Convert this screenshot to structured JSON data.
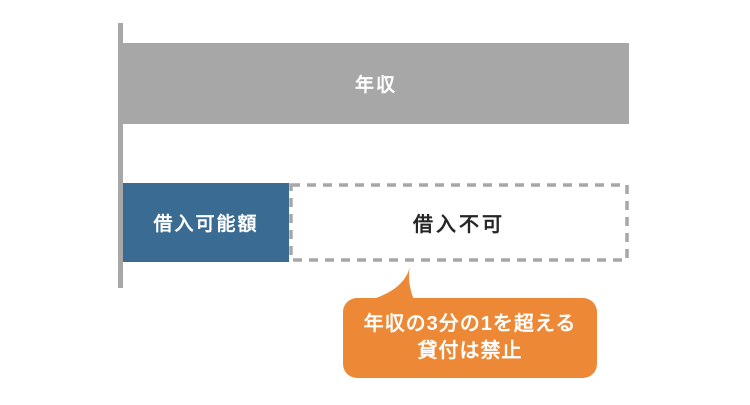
{
  "figure": {
    "type": "bar-diagram",
    "income_bar": {
      "label": "年収",
      "proportion": 1.0
    },
    "borrowable_bar": {
      "label": "借入可能額",
      "proportion": 0.33
    },
    "prohibited_box": {
      "label": "借入不可",
      "proportion": 0.67,
      "border_style": "dashed"
    },
    "callout": {
      "line1": "年収の3分の1を超える",
      "line2": "貸付は禁止"
    }
  },
  "colors": {
    "bar_gray": "#a7a7a7",
    "bar_blue": "#3a6b92",
    "bubble_orange": "#ed8936",
    "dash_gray": "#a7a7a7",
    "dark_text": "#262626",
    "label_white": "#ffffff",
    "background": "#ffffff"
  }
}
